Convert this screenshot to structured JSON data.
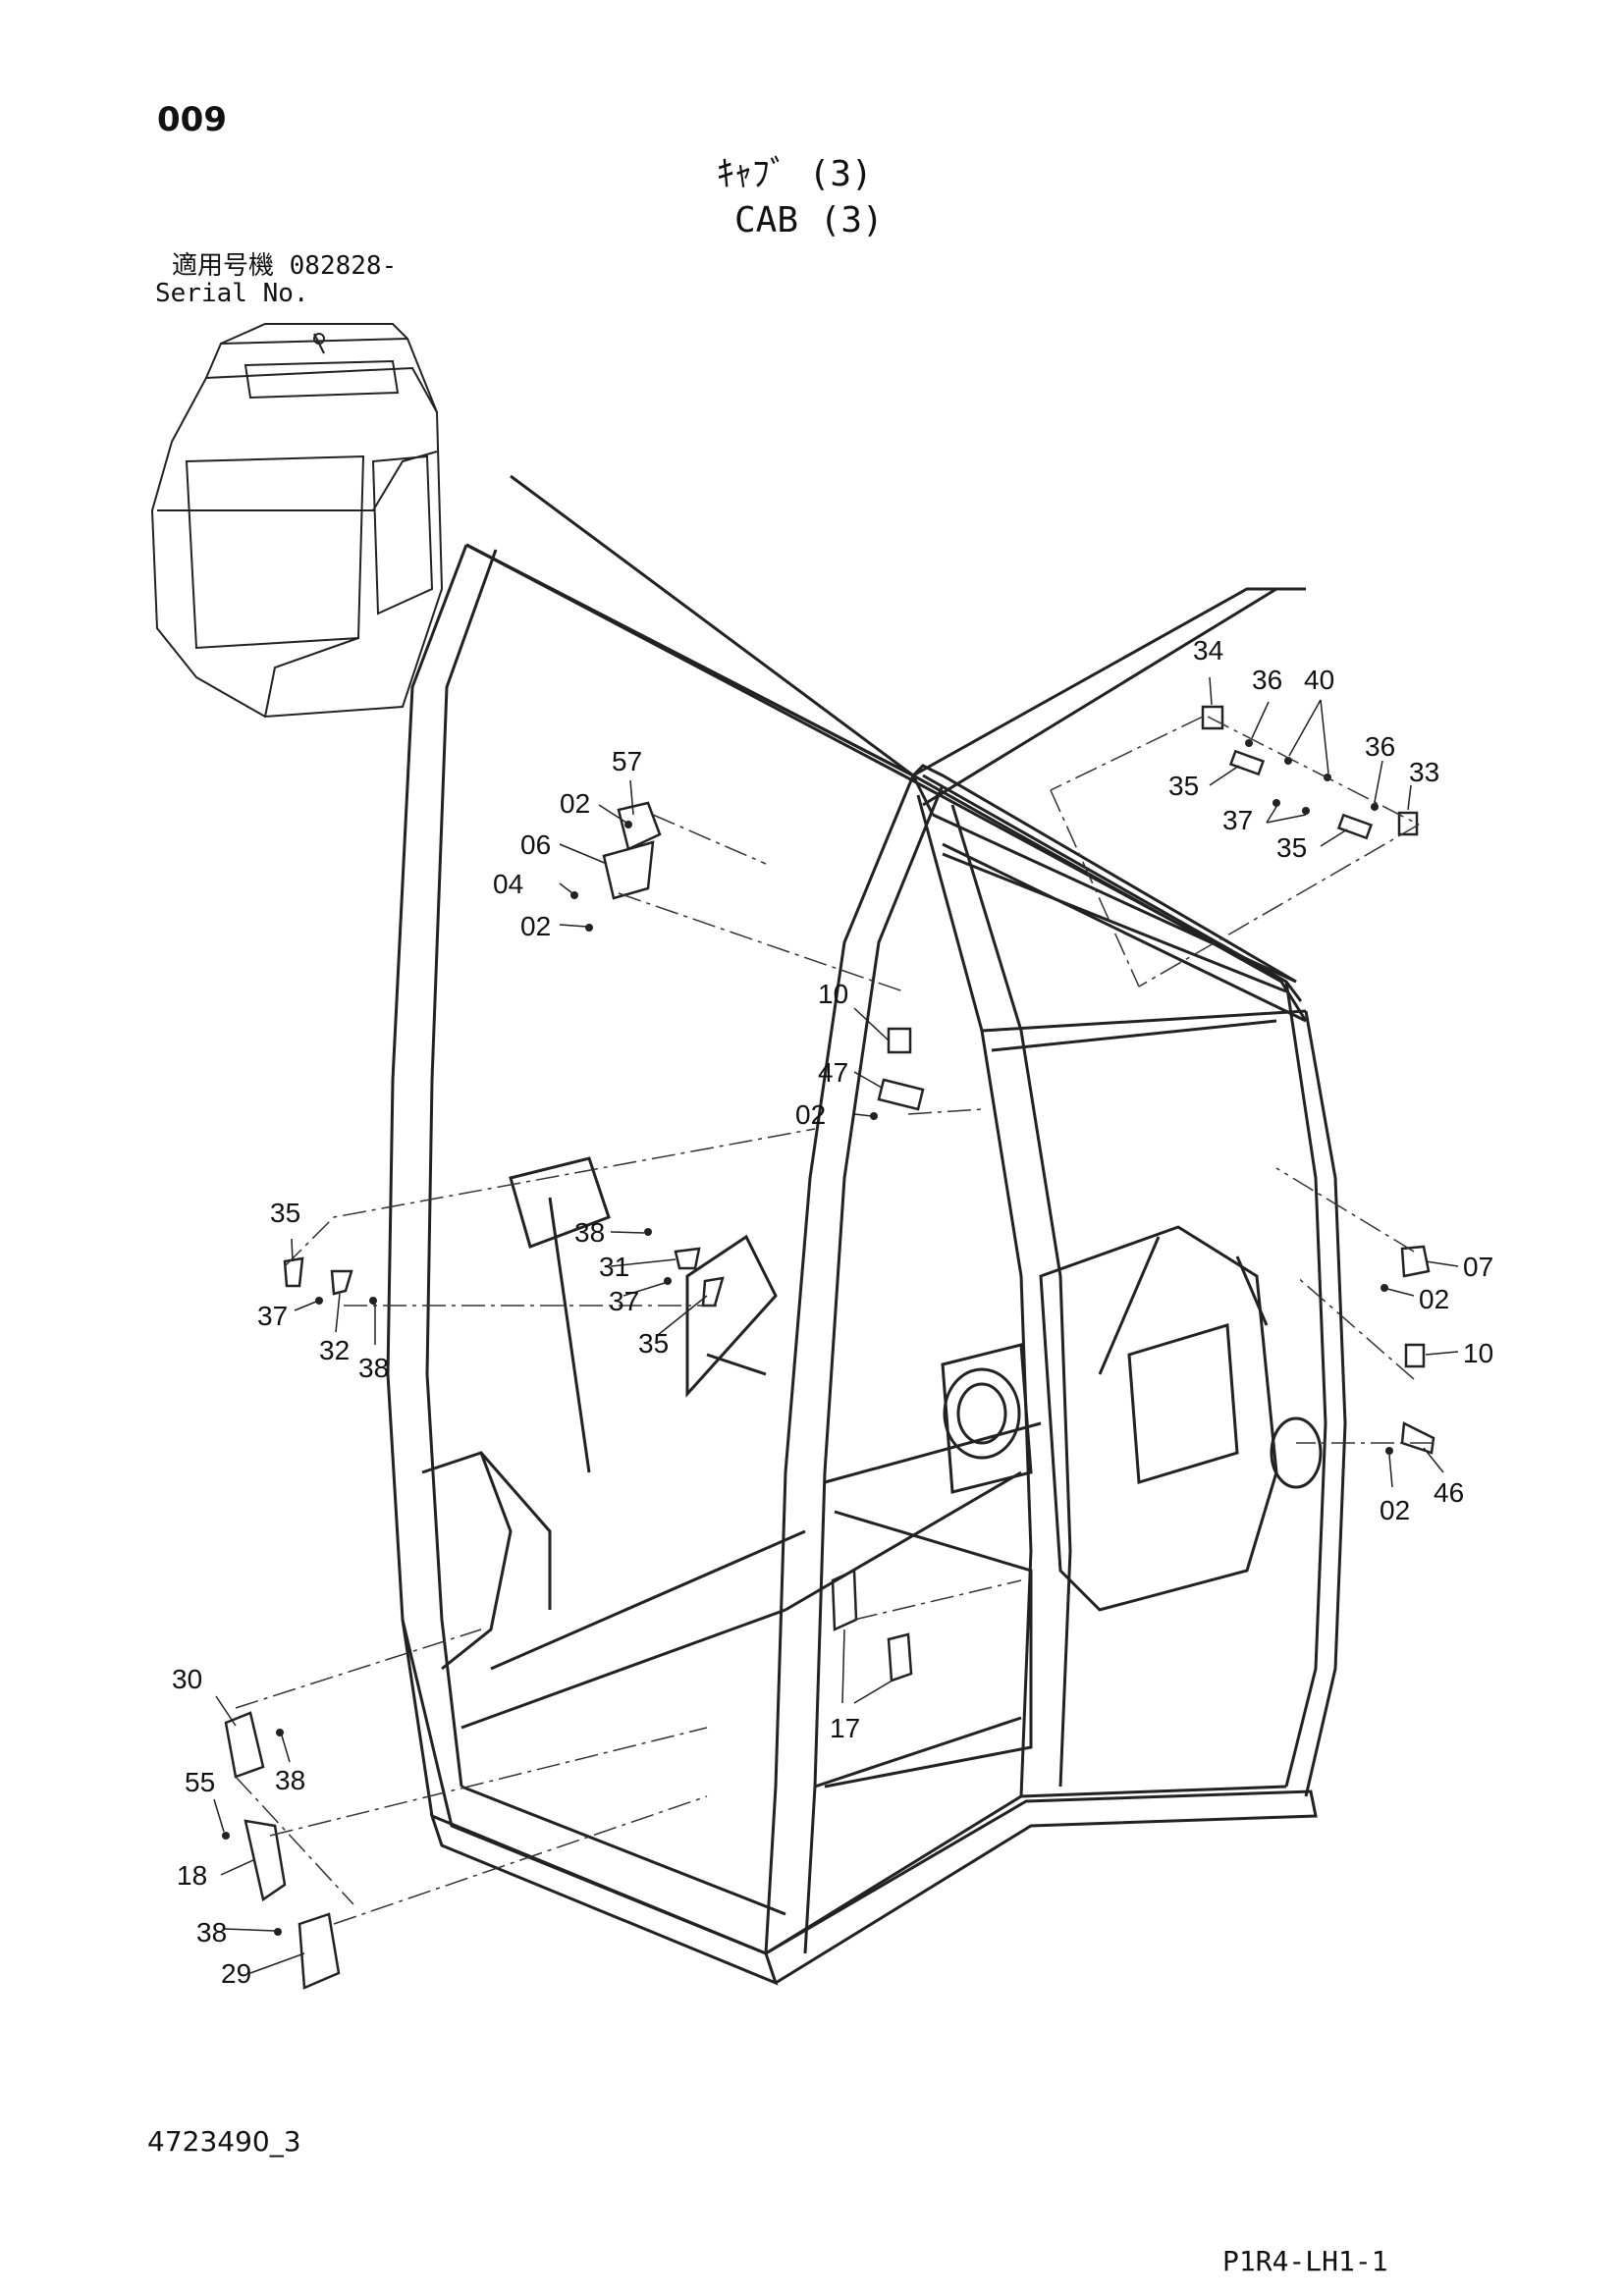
{
  "header": {
    "page_number": "009",
    "title_jp": "ｷｬﾌﾞ (3)",
    "title_en": "CAB (3)",
    "serial_label_jp": "適用号機 082828-",
    "serial_label_en": "Serial No."
  },
  "footer": {
    "drawing_number": "4723490_3",
    "sheet_code": "P1R4-LH1-1"
  },
  "callouts": [
    {
      "id": "c34",
      "label": "34"
    },
    {
      "id": "c36a",
      "label": "36"
    },
    {
      "id": "c40",
      "label": "40"
    },
    {
      "id": "c36b",
      "label": "36"
    },
    {
      "id": "c33",
      "label": "33"
    },
    {
      "id": "c35a",
      "label": "35"
    },
    {
      "id": "c37a",
      "label": "37"
    },
    {
      "id": "c35b",
      "label": "35"
    },
    {
      "id": "c57",
      "label": "57"
    },
    {
      "id": "c02a",
      "label": "02"
    },
    {
      "id": "c06",
      "label": "06"
    },
    {
      "id": "c04",
      "label": "04"
    },
    {
      "id": "c02b",
      "label": "02"
    },
    {
      "id": "c10a",
      "label": "10"
    },
    {
      "id": "c47",
      "label": "47"
    },
    {
      "id": "c02c",
      "label": "02"
    },
    {
      "id": "c35c",
      "label": "35"
    },
    {
      "id": "c37b",
      "label": "37"
    },
    {
      "id": "c32",
      "label": "32"
    },
    {
      "id": "c38a",
      "label": "38"
    },
    {
      "id": "c38b",
      "label": "38"
    },
    {
      "id": "c31",
      "label": "31"
    },
    {
      "id": "c37c",
      "label": "37"
    },
    {
      "id": "c35d",
      "label": "35"
    },
    {
      "id": "c07",
      "label": "07"
    },
    {
      "id": "c02d",
      "label": "02"
    },
    {
      "id": "c10b",
      "label": "10"
    },
    {
      "id": "c02e",
      "label": "02"
    },
    {
      "id": "c46",
      "label": "46"
    },
    {
      "id": "c30",
      "label": "30"
    },
    {
      "id": "c38c",
      "label": "38"
    },
    {
      "id": "c55",
      "label": "55"
    },
    {
      "id": "c18",
      "label": "18"
    },
    {
      "id": "c38d",
      "label": "38"
    },
    {
      "id": "c29",
      "label": "29"
    },
    {
      "id": "c17",
      "label": "17"
    }
  ]
}
